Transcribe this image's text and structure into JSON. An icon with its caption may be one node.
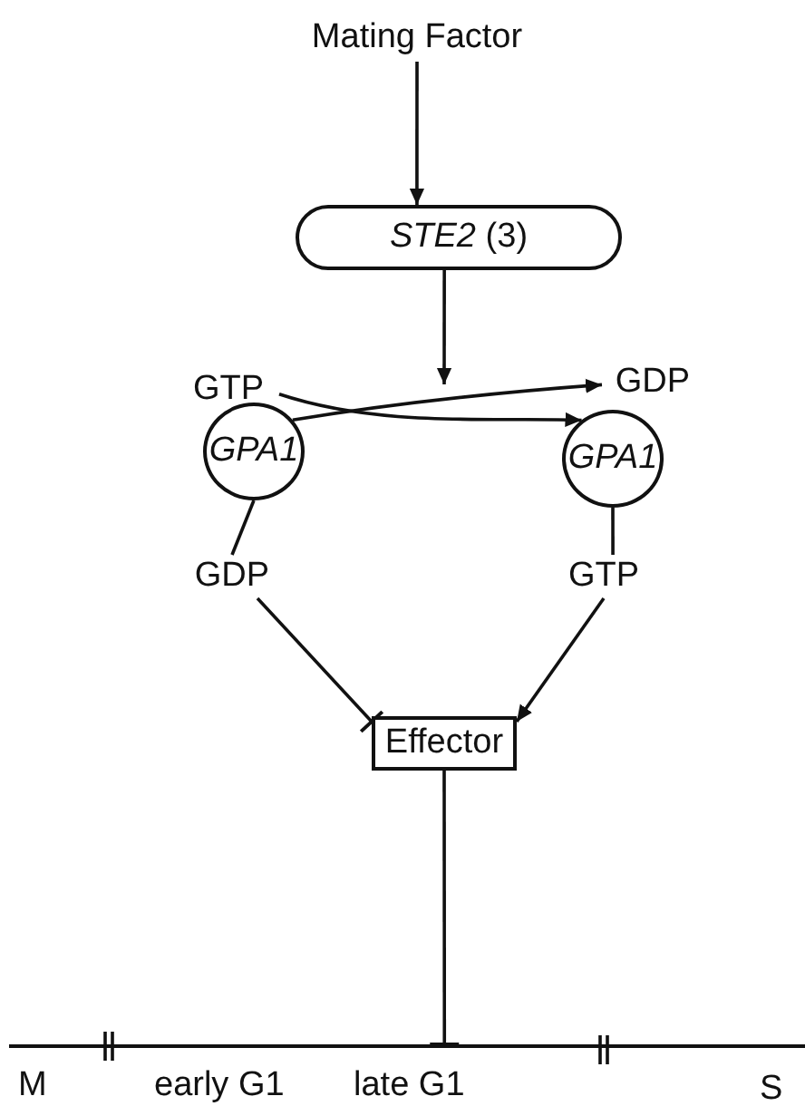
{
  "diagram": {
    "nodes": [
      {
        "text": [
          "Mating Factor"
        ]
      },
      {
        "text": [
          "*STE2* (3)"
        ]
      },
      {
        "text": [
          "GTP"
        ]
      },
      {
        "text": [
          "GDP"
        ]
      },
      {
        "text": [
          "GPA1"
        ]
      },
      {
        "text": [
          "GPA1"
        ]
      },
      {
        "text": [
          "GDP"
        ]
      },
      {
        "text": [
          "GTP"
        ]
      },
      {
        "text": [
          "Effector"
        ]
      },
      {
        "text": [],
        "shape": "bar",
        "beside": [
          "M",
          "early G1",
          "late G1",
          "S"
        ]
      }
    ],
    "edges": [
      {
        "from": 0,
        "to": 1,
        "arrow": "to"
      },
      {
        "from": 1,
        "to": null,
        "arrow": "to"
      },
      {
        "from": 2,
        "to": 5,
        "arrow": "to"
      },
      {
        "from": 4,
        "to": 3,
        "arrow": "to"
      },
      {
        "from": 4,
        "to": 6,
        "arrow": "none"
      },
      {
        "from": 5,
        "to": 7,
        "arrow": "none"
      },
      {
        "from": 6,
        "to": 8,
        "arrow": "other"
      },
      {
        "from": 7,
        "to": 8,
        "arrow": "to"
      },
      {
        "from": 8,
        "to": 9,
        "arrow": "other"
      }
    ]
  }
}
